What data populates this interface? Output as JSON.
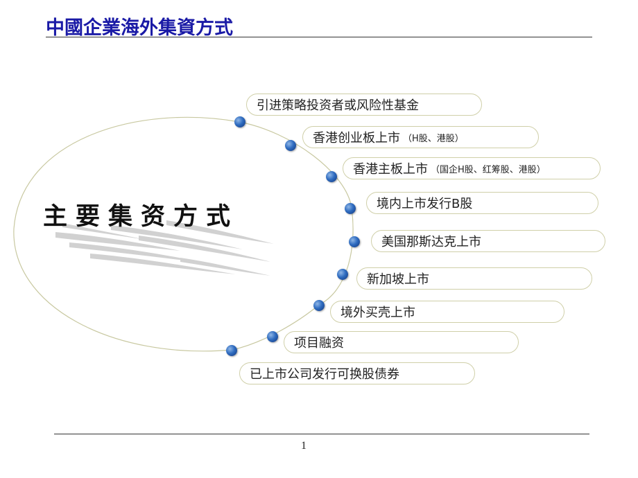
{
  "slide": {
    "title": "中國企業海外集資方式",
    "page_number": "1"
  },
  "diagram": {
    "center_label": "主要集资方式",
    "items": [
      {
        "label": "引进策略投资者或风险性基金",
        "note": ""
      },
      {
        "label": "香港创业板上市",
        "note": "（H股、港股）"
      },
      {
        "label": "香港主板上市",
        "note": "（国企H股、红筹股、港股）"
      },
      {
        "label": "境内上市发行B股",
        "note": ""
      },
      {
        "label": "美国那斯达克上市",
        "note": ""
      },
      {
        "label": "新加坡上市",
        "note": ""
      },
      {
        "label": "境外买壳上市",
        "note": ""
      },
      {
        "label": "项目融资",
        "note": ""
      },
      {
        "label": "已上市公司发行可换股债券",
        "note": ""
      }
    ]
  }
}
